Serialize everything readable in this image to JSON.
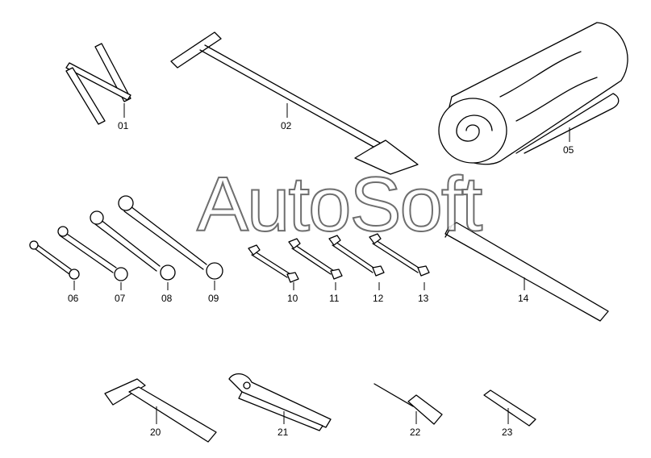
{
  "watermark": "AutoSoft",
  "parts": [
    {
      "id": "folding-rule",
      "label": "01"
    },
    {
      "id": "spade",
      "label": "02"
    },
    {
      "id": "tool-roll",
      "label": "05"
    },
    {
      "id": "ring-spanner-small",
      "label": "06"
    },
    {
      "id": "ring-spanner-medium",
      "label": "07"
    },
    {
      "id": "ring-spanner-large",
      "label": "08"
    },
    {
      "id": "ring-spanner-xlarge",
      "label": "09"
    },
    {
      "id": "open-end-spanner-1",
      "label": "10"
    },
    {
      "id": "open-end-spanner-2",
      "label": "11"
    },
    {
      "id": "open-end-spanner-3",
      "label": "12"
    },
    {
      "id": "open-end-spanner-4",
      "label": "13"
    },
    {
      "id": "tommy-bar",
      "label": "14"
    },
    {
      "id": "hammer",
      "label": "20"
    },
    {
      "id": "pliers",
      "label": "21"
    },
    {
      "id": "screwdriver",
      "label": "22"
    },
    {
      "id": "pin",
      "label": "23"
    }
  ]
}
